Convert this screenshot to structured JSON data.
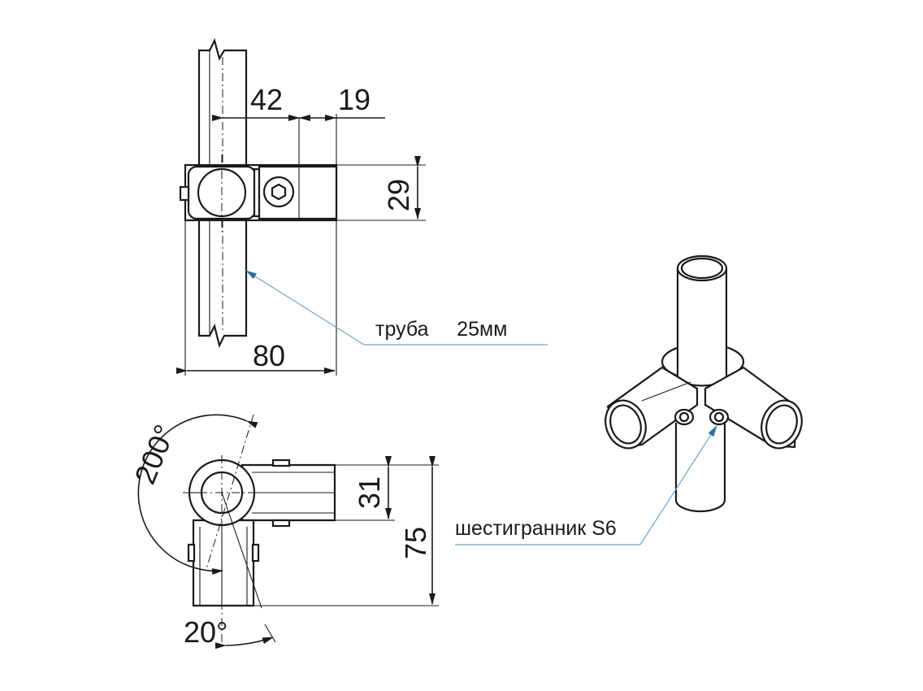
{
  "dimensions": {
    "d42": "42",
    "d19": "19",
    "d29": "29",
    "d80": "80",
    "d31": "31",
    "d75": "75",
    "d200": "200°",
    "d20": "20°"
  },
  "labels": {
    "tube": "труба     25мм",
    "hex": "шестигранник S6"
  },
  "colors": {
    "line": "#1a1a1a",
    "leader": "#6fa3c8",
    "background": "#ffffff"
  }
}
